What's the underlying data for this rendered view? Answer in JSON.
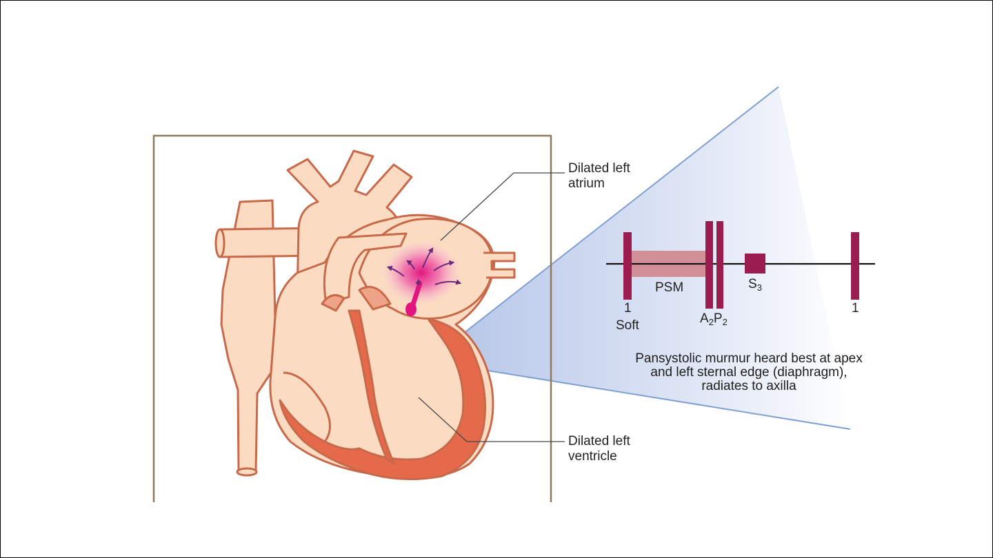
{
  "labels": {
    "atrium_line1": "Dilated left",
    "atrium_line2": "atrium",
    "ventricle_line1": "Dilated left",
    "ventricle_line2": "ventricle"
  },
  "phono": {
    "psm": "PSM",
    "s3_letter": "S",
    "s3_sub": "3",
    "s1_left": "1",
    "soft": "Soft",
    "a2_letter": "A",
    "a2_sub": "2",
    "p2_letter": "P",
    "p2_sub": "2",
    "s1_right": "1"
  },
  "caption": {
    "line1": "Pansystolic murmur heard best at apex",
    "line2": "and left sternal edge (diaphragm),",
    "line3": "radiates to axilla"
  },
  "colors": {
    "heart_fill": "#fbdcc3",
    "heart_outline": "#c8694a",
    "myocardium": "#e5694b",
    "valve": "#eda489",
    "frame": "#8c7a5c",
    "sound_bar": "#9b1c4e",
    "murmur_band": "#d28f98",
    "jet": "#e0157f",
    "arrow": "#6b2a7a",
    "cone_edge": "#7f9fd3"
  },
  "icons": {
    "heart": "heart-illustration",
    "regurgitant_jet": "jet-icon"
  }
}
